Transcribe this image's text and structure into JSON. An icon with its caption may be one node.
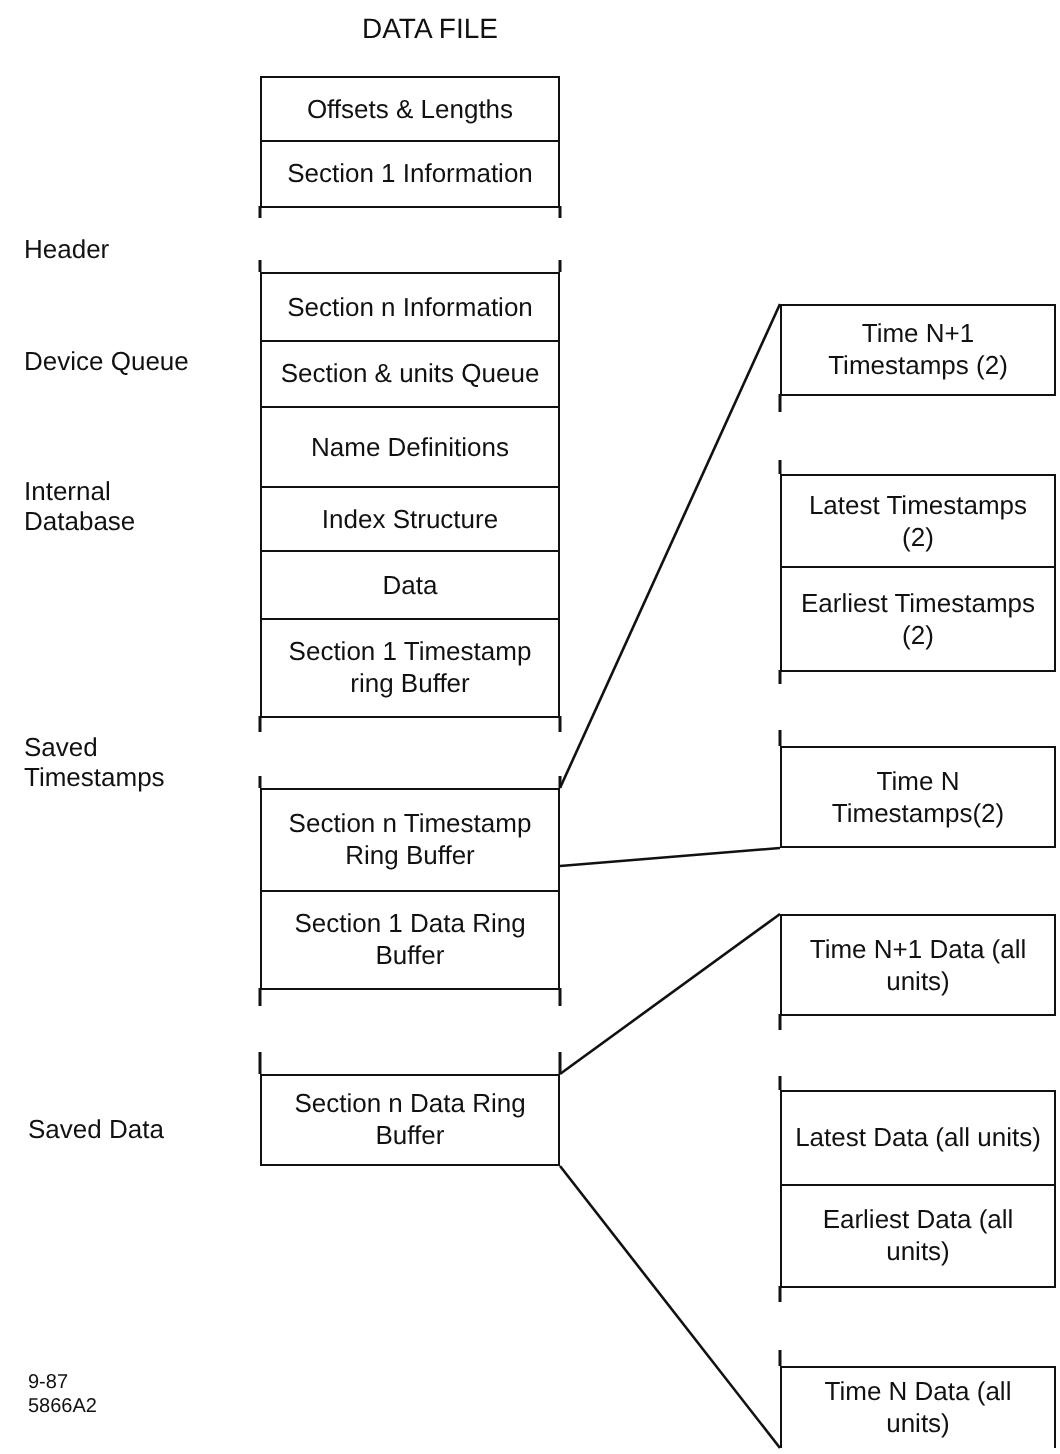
{
  "diagram": {
    "title": "DATA FILE",
    "nodes": [
      {
        "text": [
          "Offsets & Lengths"
        ]
      },
      {
        "text": [
          "Section 1 Information"
        ]
      },
      {
        "text": [
          "Section n Information"
        ]
      },
      {
        "text": [
          "Section & units Queue"
        ]
      },
      {
        "text": [
          "Name Definitions"
        ]
      },
      {
        "text": [
          "Index Structure"
        ]
      },
      {
        "text": [
          "Data"
        ]
      },
      {
        "text": [
          "Section 1 Timestamp ring Buffer"
        ]
      },
      {
        "text": [
          "Section n Timestamp Ring Buffer"
        ]
      },
      {
        "text": [
          "Section 1 Data Ring Buffer"
        ]
      },
      {
        "text": [
          "Section n Data Ring Buffer"
        ]
      },
      {
        "text": [
          "Time N+1 Timestamps (2)"
        ]
      },
      {
        "text": [
          "Latest Timestamps (2)"
        ]
      },
      {
        "text": [
          "Earliest Timestamps (2)"
        ]
      },
      {
        "text": [
          "Time N Timestamps(2)"
        ]
      },
      {
        "text": [
          "Time N+1 Data (all units)"
        ]
      },
      {
        "text": [
          "Latest Data (all units)"
        ]
      },
      {
        "text": [
          "Earliest Data (all units)"
        ]
      },
      {
        "text": [
          "Time N Data (all units)"
        ]
      }
    ],
    "edges": [
      {
        "from": 8,
        "to": 11,
        "arrow": "none"
      },
      {
        "from": 8,
        "to": 14,
        "arrow": "none"
      },
      {
        "from": 10,
        "to": 15,
        "arrow": "none"
      },
      {
        "from": 10,
        "to": 18,
        "arrow": "none"
      }
    ],
    "labels": [
      "Header",
      "Device Queue",
      "Internal Database",
      "Saved Timestamps",
      "Saved Data",
      "9-87",
      "5866A2"
    ]
  }
}
